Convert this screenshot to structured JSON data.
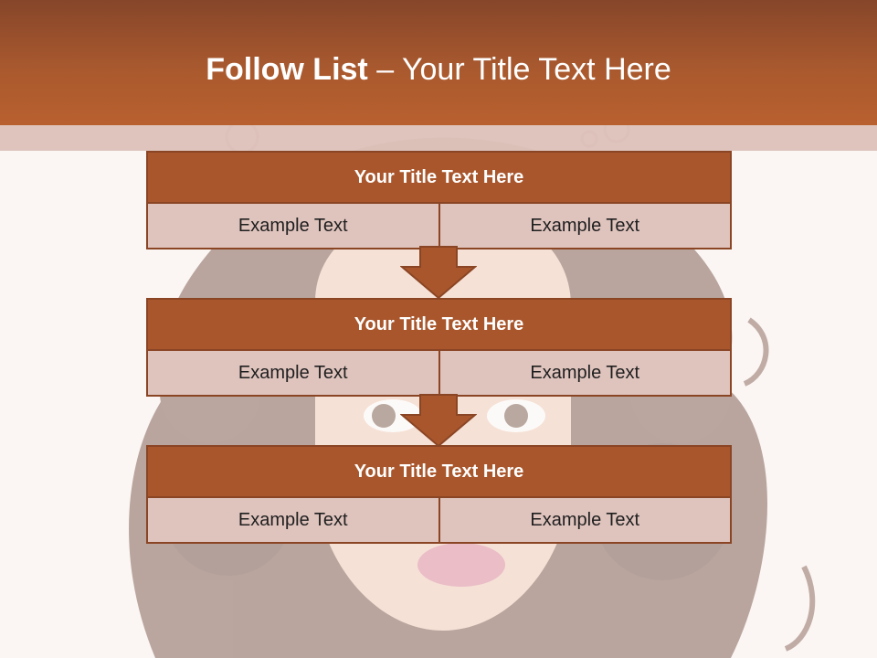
{
  "slide": {
    "title_bold": "Follow List ",
    "title_rest": " – Your Title Text Here"
  },
  "blocks": [
    {
      "title": "Your Title Text Here",
      "left": "Example Text",
      "right": "Example Text"
    },
    {
      "title": "Your Title Text Here",
      "left": "Example Text",
      "right": "Example Text"
    },
    {
      "title": "Your Title Text Here",
      "left": "Example Text",
      "right": "Example Text"
    }
  ],
  "colors": {
    "accent": "#a9562c",
    "header": "#b9602f",
    "cell": "#dfc3bd",
    "border": "#8a4524"
  }
}
